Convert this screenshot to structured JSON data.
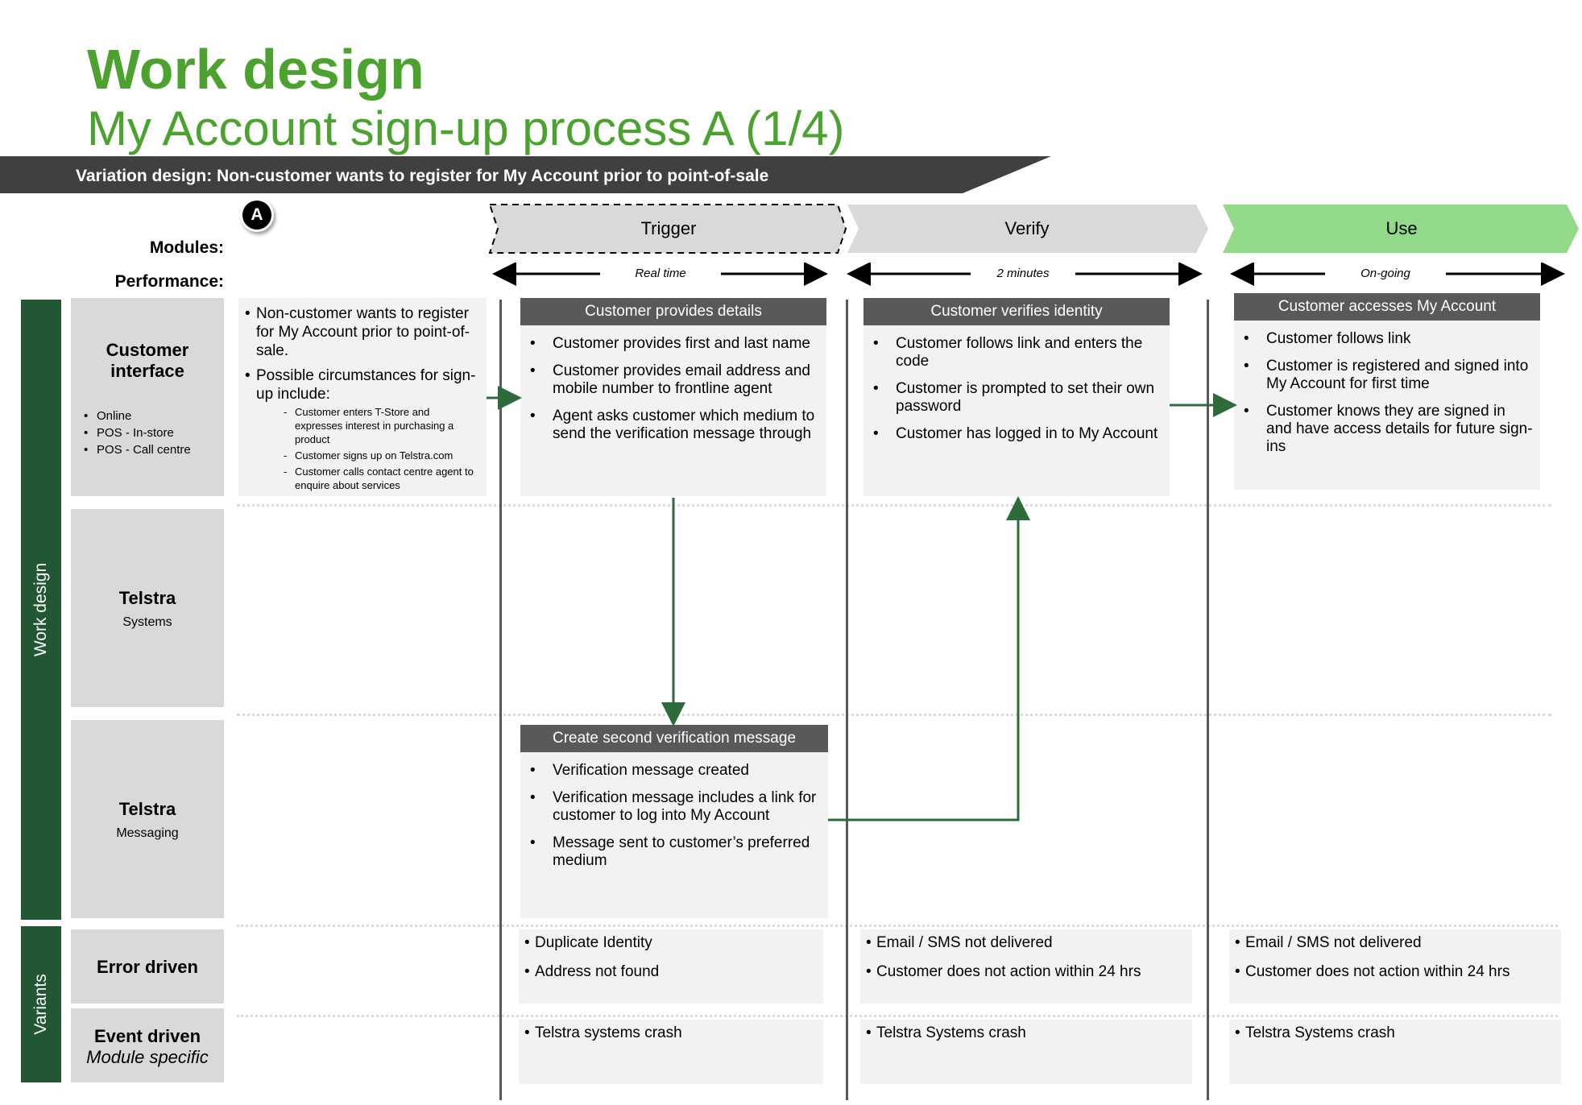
{
  "header": {
    "title": "Work design",
    "subtitle": "My Account sign-up process A (1/4)",
    "banner": "Variation design: Non-customer wants to register for My Account prior to point-of-sale",
    "badge": "A"
  },
  "labels": {
    "modules": "Modules:",
    "performance": "Performance:"
  },
  "modules": [
    {
      "name": "Trigger",
      "performance": "Real time"
    },
    {
      "name": "Verify",
      "performance": "2 minutes"
    },
    {
      "name": "Use",
      "performance": "On-going"
    }
  ],
  "sidebar": {
    "work_design": "Work design",
    "variants": "Variants"
  },
  "lanes": {
    "customer_interface": {
      "title": "Customer interface",
      "channels": [
        "Online",
        "POS - In-store",
        "POS - Call centre"
      ]
    },
    "telstra_systems": {
      "title": "Telstra",
      "sub": "Systems"
    },
    "telstra_messaging": {
      "title": "Telstra",
      "sub": "Messaging"
    },
    "error_driven": {
      "title": "Error driven"
    },
    "event_driven": {
      "title": "Event driven",
      "sub": "Module specific"
    }
  },
  "intro": {
    "bullet1": "Non-customer wants to register for My Account prior to point-of-sale.",
    "bullet2": "Possible circumstances for sign-up include:",
    "subs": [
      "Customer enters T-Store and expresses interest in purchasing a product",
      "Customer signs up on Telstra.com",
      "Customer calls contact centre agent to enquire about services"
    ]
  },
  "cards": {
    "provides_details": {
      "title": "Customer provides details",
      "items": [
        "Customer provides first and last name",
        "Customer provides email address and mobile number to frontline agent",
        "Agent asks customer which medium to send the verification message through"
      ]
    },
    "verifies_identity": {
      "title": "Customer verifies identity",
      "items": [
        "Customer follows link and enters the code",
        "Customer is prompted to set their own password",
        "Customer has logged in to My Account"
      ]
    },
    "accesses_account": {
      "title": "Customer accesses My Account",
      "items": [
        "Customer follows link",
        "Customer is registered and signed into My Account for first time",
        "Customer knows they are signed in and have access details for future sign-ins"
      ]
    },
    "second_message": {
      "title": "Create second verification message",
      "items": [
        "Verification message created",
        "Verification message includes a link for customer to log into My Account",
        "Message sent to customer’s preferred medium"
      ]
    }
  },
  "errors": {
    "trigger": [
      "Duplicate Identity",
      "Address not found"
    ],
    "verify": [
      "Email / SMS not delivered",
      "Customer does not action within 24 hrs"
    ],
    "use": [
      "Email / SMS not delivered",
      "Customer does not action within 24 hrs"
    ]
  },
  "events": {
    "trigger": [
      "Telstra systems crash"
    ],
    "verify": [
      "Telstra Systems crash"
    ],
    "use": [
      "Telstra Systems crash"
    ]
  },
  "colors": {
    "title_green": "#4ca22f",
    "sidebar_green": "#215732",
    "use_green": "#92d98a",
    "arrow_green": "#2e6b3a",
    "banner_gray": "#404040",
    "card_header": "#595959"
  }
}
